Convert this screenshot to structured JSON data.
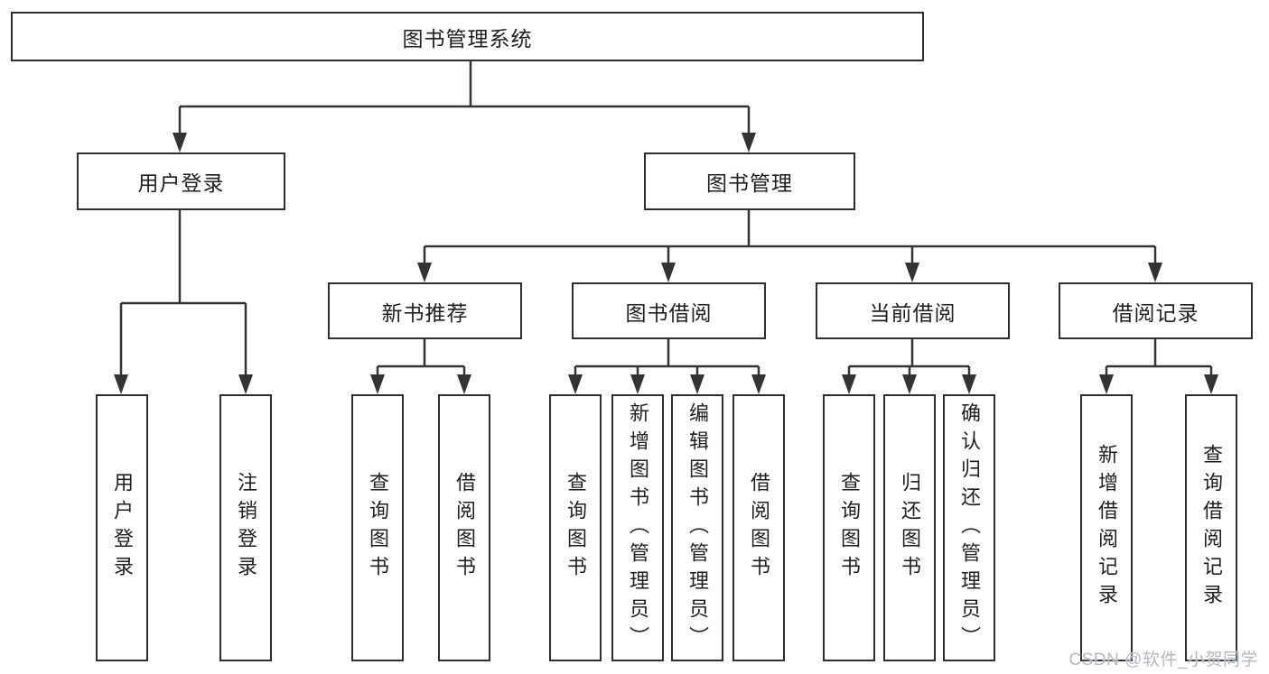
{
  "tree": {
    "label": "图书管理系统",
    "children": [
      {
        "label": "用户登录",
        "children": [
          {
            "label": "用户登录"
          },
          {
            "label": "注销登录"
          }
        ]
      },
      {
        "label": "图书管理",
        "children": [
          {
            "label": "新书推荐",
            "children": [
              {
                "label": "查询图书"
              },
              {
                "label": "借阅图书"
              }
            ]
          },
          {
            "label": "图书借阅",
            "children": [
              {
                "label": "查询图书"
              },
              {
                "label": "新增图书（管理员）"
              },
              {
                "label": "编辑图书（管理员）"
              },
              {
                "label": "借阅图书"
              }
            ]
          },
          {
            "label": "当前借阅",
            "children": [
              {
                "label": "查询图书"
              },
              {
                "label": "归还图书"
              },
              {
                "label": "确认归还（管理员）"
              }
            ]
          },
          {
            "label": "借阅记录",
            "children": [
              {
                "label": "新增借阅记录"
              },
              {
                "label": "查询借阅记录"
              }
            ]
          }
        ]
      }
    ]
  },
  "watermark": {
    "text": "CSDN @软件_小贺同学"
  },
  "colors": {
    "background": "#ffffff",
    "line": "#333333",
    "box_border": "#2e2e2e",
    "text": "#1f1f1f",
    "watermark": "#b4b8bf"
  }
}
